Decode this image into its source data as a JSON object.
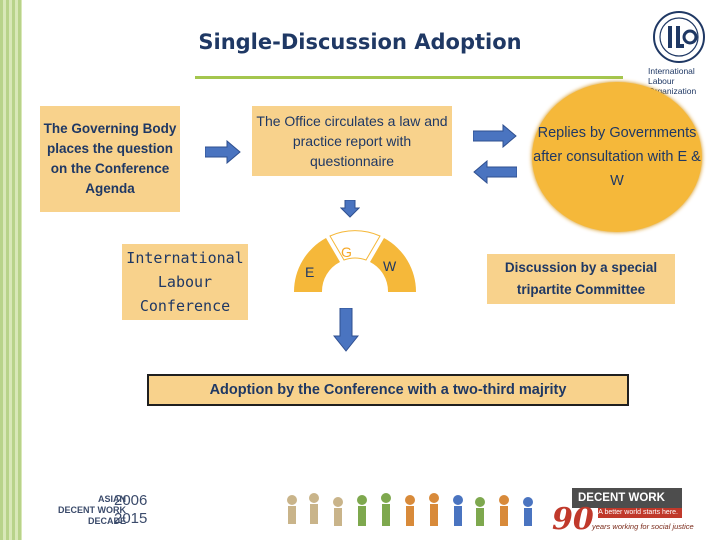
{
  "title": "Single-Discussion Adoption",
  "logo": {
    "icon": "ilo-logo-icon",
    "line1": "International",
    "line2": "Labour",
    "line3": "Organization"
  },
  "boxes": {
    "governing_body": "The Governing Body places the question on the Conference Agenda",
    "office": "The Office circulates a law and practice report with questionnaire",
    "ilc": "International Labour Conference",
    "discussion": "Discussion by a special tripartite Committee",
    "adoption": "Adoption by the Conference with a two-third majrity"
  },
  "circle": {
    "text": "Replies by Governments after consultation with E & W"
  },
  "tripartite": {
    "e": "E",
    "g": "G",
    "w": "W"
  },
  "footer": {
    "asian_line1": "ASIAN",
    "asian_line2": "DECENT WORK",
    "asian_line3": "DECADE",
    "year_start": "2006",
    "year_end": "2015",
    "decent_work_badge": "DECENT WORK",
    "decent_work_tag": "A better world starts here.",
    "ninety": "90",
    "ninety_tag": "years working for social justice"
  },
  "colors": {
    "box_fill": "#f8d28c",
    "circle_fill": "#f5b83a",
    "arrow_blue": "#4a74c0",
    "title": "#1f3864",
    "accent_green": "#a4c64e"
  }
}
